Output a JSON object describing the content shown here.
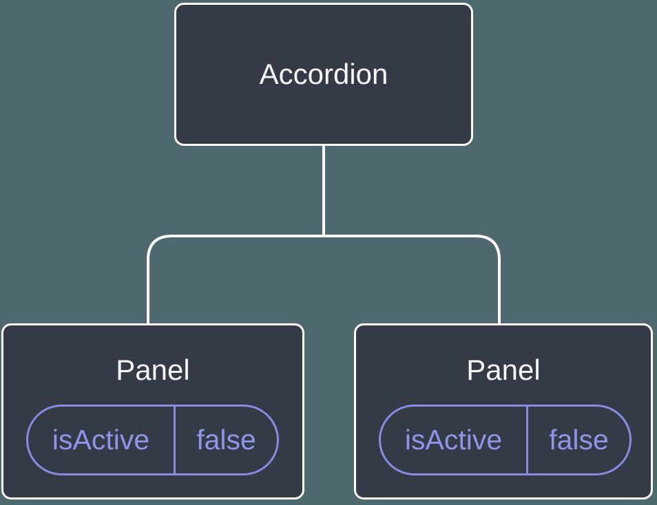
{
  "diagram": {
    "type": "component-tree",
    "root": {
      "label": "Accordion"
    },
    "children": [
      {
        "label": "Panel",
        "props": [
          {
            "name": "isActive",
            "value": "false"
          }
        ]
      },
      {
        "label": "Panel",
        "props": [
          {
            "name": "isActive",
            "value": "false"
          }
        ]
      }
    ],
    "colors": {
      "background": "#4e6870",
      "node_fill": "#343a46",
      "node_border": "#ffffff",
      "node_text": "#f5f7fa",
      "connector": "#ffffff",
      "prop_pill_border": "#878de2",
      "prop_pill_text": "#8f95e8"
    }
  }
}
